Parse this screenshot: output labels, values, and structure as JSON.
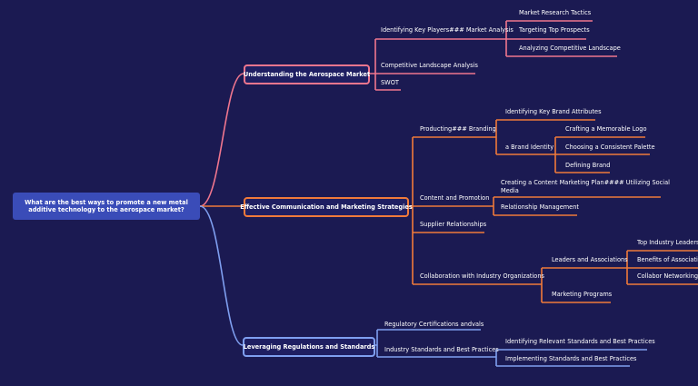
{
  "root": "What are the best ways to promote a new metal additive technology to the aerospace market?",
  "branches": {
    "market": {
      "title": "Understanding the Aerospace Market",
      "key_players": "Identifying Key Players### Market Analysis",
      "research_tactics": "Market Research Tactics",
      "targeting": "Targeting Top Prospects",
      "analyzing": "Analyzing Competitive Landscape",
      "competitive": "Competitive Landscape Analysis",
      "swot": "SWOT"
    },
    "communication": {
      "title": "Effective Communication and Marketing Strategies",
      "producting": "Producting### Branding",
      "brand_attributes": "Identifying Key Brand Attributes",
      "brand_identity": "a Brand Identity",
      "logo": "Crafting a Memorable Logo",
      "palette": "Choosing a Consistent Palette",
      "defining": "Defining Brand",
      "content": "Content and Promotion",
      "content_plan_1": "Creating a Content Marketing Plan#### Utilizing Social",
      "content_plan_2": "Media",
      "relationship": "Relationship Management",
      "supplier": "Supplier Relationships",
      "collaboration": "Collaboration with Industry Organizations",
      "leaders": "Leaders and Associations",
      "top_leaders": "Top Industry Leaders",
      "benefits": "Benefits of Associatio",
      "collabor": "Collabor Networking",
      "programs": "Marketing Programs"
    },
    "regulations": {
      "title": "Leveraging Regulations and Standards",
      "certifications": "Regulatory Certifications andvals",
      "industry_standards": "Industry Standards and Best Practices",
      "identifying": "Identifying Relevant Standards and Best Practices",
      "implementing": "Implementing Standards and Best Practices"
    }
  },
  "colors": {
    "background": "#1b1a52",
    "root": "#3a4cb8",
    "branch_market": "#f0768e",
    "branch_communication": "#f07a3a",
    "branch_regulations": "#7f9ff0"
  }
}
